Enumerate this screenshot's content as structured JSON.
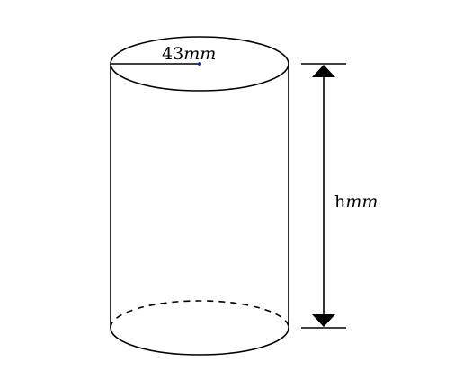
{
  "diagram": {
    "radius_label": {
      "value": "43",
      "unit": "mm"
    },
    "height_label": {
      "value": "h",
      "unit": "mm"
    },
    "colors": {
      "stroke": "#000000",
      "center_dot": "#1f2a7a",
      "background": "#ffffff"
    }
  }
}
